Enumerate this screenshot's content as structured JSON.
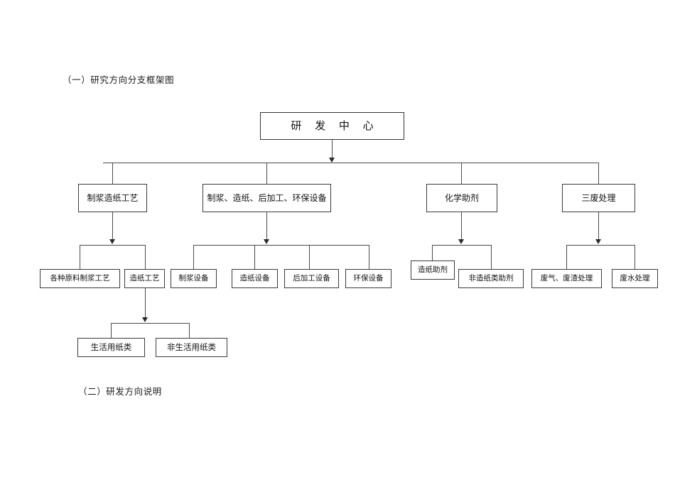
{
  "page": {
    "heading_top": "（一）研究方向分支框架图",
    "heading_bottom": "（二）研发方向说明",
    "line_color": "#4a4a4a",
    "box_border_color": "#3a3a3a",
    "text_color": "#111111",
    "background": "#ffffff"
  },
  "chart_data": {
    "type": "diagram",
    "diagram_type": "organizational-tree",
    "title": "（一）研究方向分支框架图",
    "orientation": "top-down",
    "root": "研 发 中 心",
    "levels": 4,
    "nodes": [
      {
        "id": "root",
        "label": "研 发 中 心",
        "level": 1,
        "parent": null
      },
      {
        "id": "l2-1",
        "label": "制浆造纸工艺",
        "level": 2,
        "parent": "root"
      },
      {
        "id": "l2-2",
        "label": "制浆、造纸、后加工、环保设备",
        "level": 2,
        "parent": "root"
      },
      {
        "id": "l2-3",
        "label": "化学助剂",
        "level": 2,
        "parent": "root"
      },
      {
        "id": "l2-4",
        "label": "三废处理",
        "level": 2,
        "parent": "root"
      },
      {
        "id": "l3-1",
        "label": "各种原料制浆工艺",
        "level": 3,
        "parent": "l2-1"
      },
      {
        "id": "l3-2",
        "label": "造纸工艺",
        "level": 3,
        "parent": "l2-1"
      },
      {
        "id": "l3-3",
        "label": "制浆设备",
        "level": 3,
        "parent": "l2-2"
      },
      {
        "id": "l3-4",
        "label": "造纸设备",
        "level": 3,
        "parent": "l2-2"
      },
      {
        "id": "l3-5",
        "label": "后加工设备",
        "level": 3,
        "parent": "l2-2"
      },
      {
        "id": "l3-6",
        "label": "环保设备",
        "level": 3,
        "parent": "l2-2"
      },
      {
        "id": "l3-7",
        "label": "造纸助剂",
        "level": 3,
        "parent": "l2-3"
      },
      {
        "id": "l3-8",
        "label": "非造纸类助剂",
        "level": 3,
        "parent": "l2-3"
      },
      {
        "id": "l3-9",
        "label": "废气、废渣处理",
        "level": 3,
        "parent": "l2-4"
      },
      {
        "id": "l3-10",
        "label": "废水处理",
        "level": 3,
        "parent": "l2-4"
      },
      {
        "id": "l4-1",
        "label": "生活用纸类",
        "level": 4,
        "parent": "l3-2"
      },
      {
        "id": "l4-2",
        "label": "非生活用纸类",
        "level": 4,
        "parent": "l3-2"
      }
    ]
  }
}
